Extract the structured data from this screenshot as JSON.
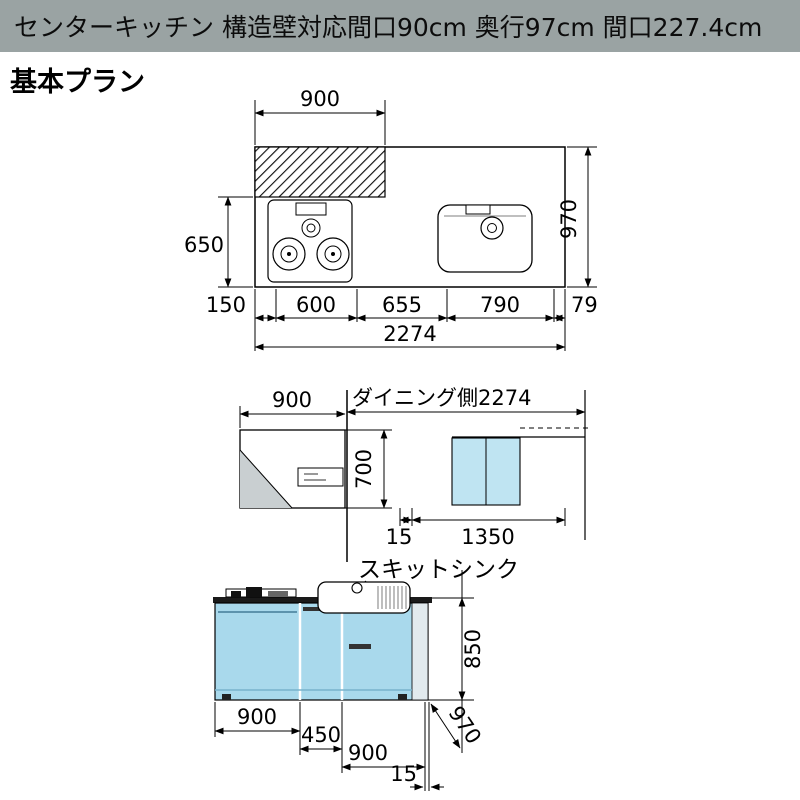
{
  "header": {
    "title": "センターキッチン 構造壁対応間口90cm 奥行97cm 間口227.4cm"
  },
  "plan_heading": "基本プラン",
  "plan_view": {
    "wall_width": "900",
    "depth_left": "650",
    "depth_right": "970",
    "segments": [
      "150",
      "600",
      "655",
      "790",
      "79"
    ],
    "total": "2274"
  },
  "hood_section": {
    "hood_width": "900",
    "dining_label": "ダイニング側2274",
    "hood_height": "700",
    "gap": "15",
    "wall_cabinet_width": "1350"
  },
  "front_view": {
    "sink_label": "スキットシンク",
    "counter_height": "850",
    "unit1": "900",
    "unit2": "450",
    "unit3": "900",
    "end_panel": "15",
    "depth": "970"
  },
  "colors": {
    "header_bg": "#9aa3a3",
    "base_cabinet_blue": "#a9d9ec",
    "wall_cabinet_blue": "#bfe4f2",
    "hood_shade": "#c9cfd1",
    "counter_dark": "#1a1a1a"
  }
}
